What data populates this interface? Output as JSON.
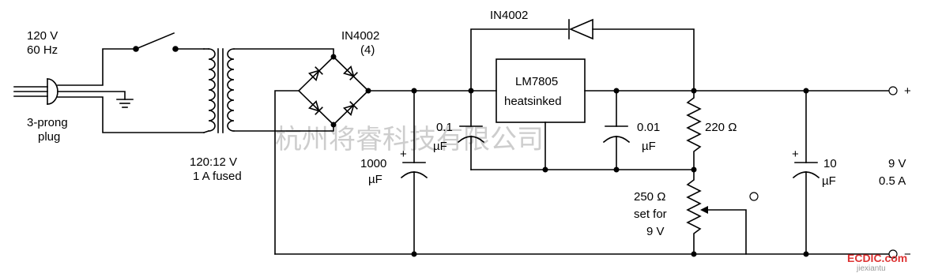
{
  "labels": {
    "source_voltage": "120 V",
    "source_freq": "60 Hz",
    "plug_line1": "3-prong",
    "plug_line2": "plug",
    "transformer_ratio": "120:12 V",
    "transformer_fuse": "1 A fused",
    "bridge_part": "IN4002",
    "bridge_count": "(4)",
    "protect_diode": "IN4002",
    "reg_line1": "LM7805",
    "reg_line2": "heatsinked",
    "cap_bulk_value": "1000",
    "cap_bulk_unit": "µF",
    "cap_in_value": "0.1",
    "cap_in_unit": "µF",
    "cap_out_value": "0.01",
    "cap_out_unit": "µF",
    "resistor": "220 Ω",
    "pot_value": "250 Ω",
    "pot_note1": "set for",
    "pot_note2": "9 V",
    "cap_output_value": "10",
    "cap_output_unit": "µF",
    "out_voltage": "9 V",
    "out_current": "0.5 A",
    "plus": "+",
    "minus": "−",
    "cap_polarity": "+"
  },
  "watermark": {
    "text": "杭州将睿科技有限公司",
    "logo": "ECDIC.com",
    "sub": "jiexiantu"
  }
}
